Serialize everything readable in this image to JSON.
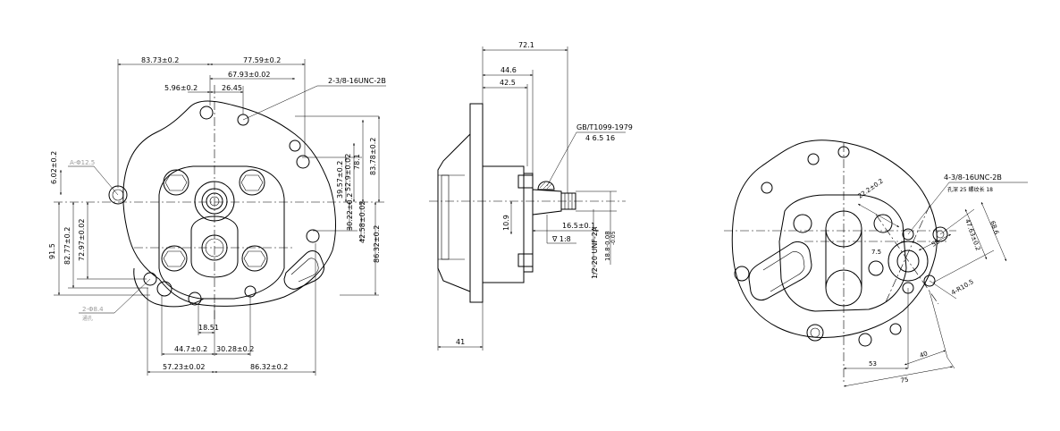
{
  "colors": {
    "line": "#000000",
    "background": "#ffffff",
    "faint_text": "#9a9a9a"
  },
  "front_view": {
    "dims": {
      "d_83_73": "83.73±0.2",
      "d_77_59": "77.59±0.2",
      "d_67_93": "67.93±0.02",
      "d_5_96": "5.96±0.2",
      "d_26_45": "26.45",
      "thread_note": "2-3/8-16UNC-2B",
      "d_6_02": "6.02±0.2",
      "d_39_57": "39.57±0.2",
      "d_52_9": "52.9±0.02",
      "d_78_1": "78.1",
      "d_83_78": "83.78±0.2",
      "d_30_22": "30.22±0.2",
      "d_42_58": "42.58±0.02",
      "d_86_32v": "86.32±0.2",
      "d_91_5": "91.5",
      "d_82_77": "82.77±0.2",
      "d_72_97": "72.97±0.02",
      "d_18_51": "18.51",
      "d_44_7": "44.7±0.2",
      "d_30_28": "30.28±0.2",
      "d_57_23": "57.23±0.02",
      "d_86_32h": "86.32±0.2"
    },
    "faint_labels": {
      "upper": "A-Φ12.5",
      "lower": "2-Φ8.4",
      "lower2": "通孔"
    }
  },
  "side_view": {
    "dims": {
      "d_72_1": "72.1",
      "d_44_6": "44.6",
      "d_42_5": "42.5",
      "standard": "GB/T1099-1979",
      "key_spec": "4  6.5  16",
      "d_10_9": "10.9",
      "d_16_5": "16.5±0.1",
      "taper": "∇ 1:8",
      "thread": "1/2-20 UNF-2A",
      "d_18_8": "18.8-0.08",
      "d_18_8b": "-0.05",
      "d_41": "41"
    }
  },
  "rear_view": {
    "dims": {
      "thread_note": "4-3/8-16UNC-2B",
      "depth_note": "孔深 25 螺纹长 18",
      "d_22_2": "22.2±0.2",
      "d_47_63": "47.63±0.2",
      "d_68_6": "68.6",
      "d_55": "55",
      "d_7_5": "7.5",
      "hole_r": "4-R10.5",
      "d_40": "40",
      "d_53": "53",
      "d_75": "75"
    }
  }
}
